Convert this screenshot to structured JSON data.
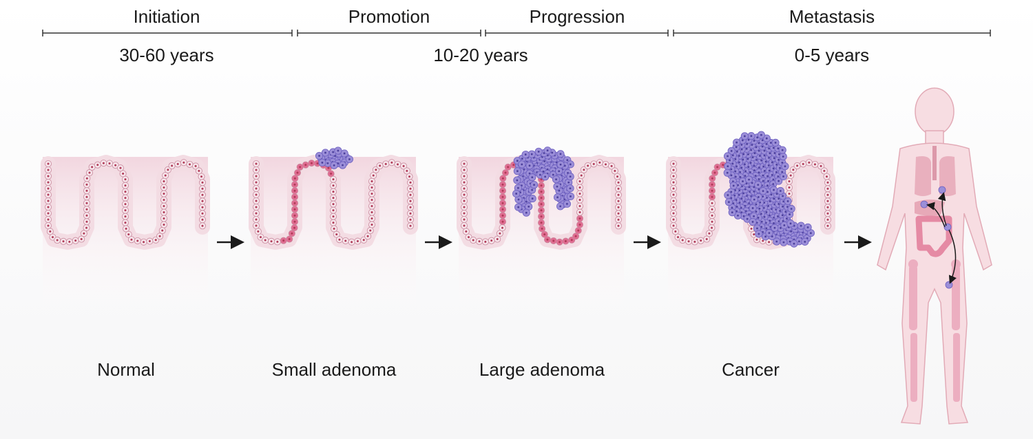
{
  "phases": [
    {
      "name": "Initiation"
    },
    {
      "name": "Promotion"
    },
    {
      "name": "Progression"
    },
    {
      "name": "Metastasis"
    }
  ],
  "durations": [
    "30-60 years",
    "10-20 years",
    "0-5 years"
  ],
  "stages": [
    {
      "name": "Normal"
    },
    {
      "name": "Small adenoma"
    },
    {
      "name": "Large adenoma"
    },
    {
      "name": "Cancer"
    }
  ],
  "colors": {
    "tissue": "#f3dce3",
    "cell_fill": "#f6e4ea",
    "cell_stroke": "#c98a9e",
    "nucleus": "#b03a57",
    "dysplastic": "#e06d92",
    "tumor": "#9b8ed8",
    "tumor_stroke": "#6c5fbf",
    "body": "#f7dde2",
    "body_stroke": "#e2aab6",
    "organ": "#e7a9b8",
    "bone": "#ecaec0",
    "arrow": "#1a1a1a"
  }
}
